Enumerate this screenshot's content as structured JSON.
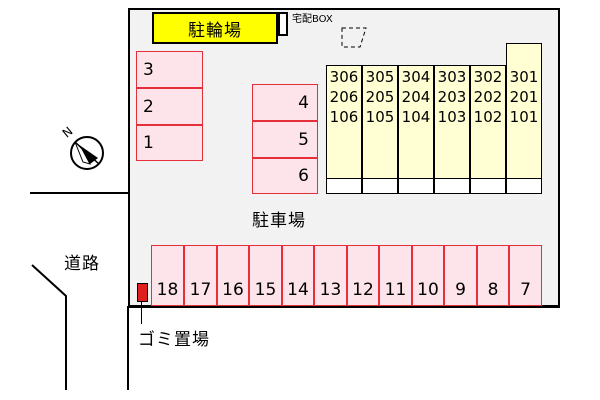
{
  "bicycle_parking": {
    "label": "駐輪場"
  },
  "delivery_box": {
    "label": "宅配BOX"
  },
  "parking": {
    "label": "駐車場",
    "left_column": [
      "3",
      "2",
      "1"
    ],
    "middle_column": [
      "4",
      "5",
      "6"
    ],
    "bottom_row": [
      "18",
      "17",
      "16",
      "15",
      "14",
      "13",
      "12",
      "11",
      "10",
      "9",
      "8",
      "7"
    ]
  },
  "building": {
    "columns": [
      [
        "306",
        "206",
        "106"
      ],
      [
        "305",
        "205",
        "105"
      ],
      [
        "304",
        "204",
        "104"
      ],
      [
        "303",
        "203",
        "103"
      ],
      [
        "302",
        "202",
        "102"
      ],
      [
        "301",
        "201",
        "101"
      ]
    ]
  },
  "road": {
    "label": "道路"
  },
  "garbage": {
    "label": "ゴミ置場"
  },
  "compass": {
    "icon": "north-arrow-icon",
    "label": "N"
  },
  "colors": {
    "parking_fill": "#fde4ea",
    "parking_border": "#e5303a",
    "building_fill": "#ffffd3",
    "bicycle_fill": "#ffff00",
    "garbage_fill": "#e01f1f",
    "site_fill": "#f2f2f2"
  }
}
